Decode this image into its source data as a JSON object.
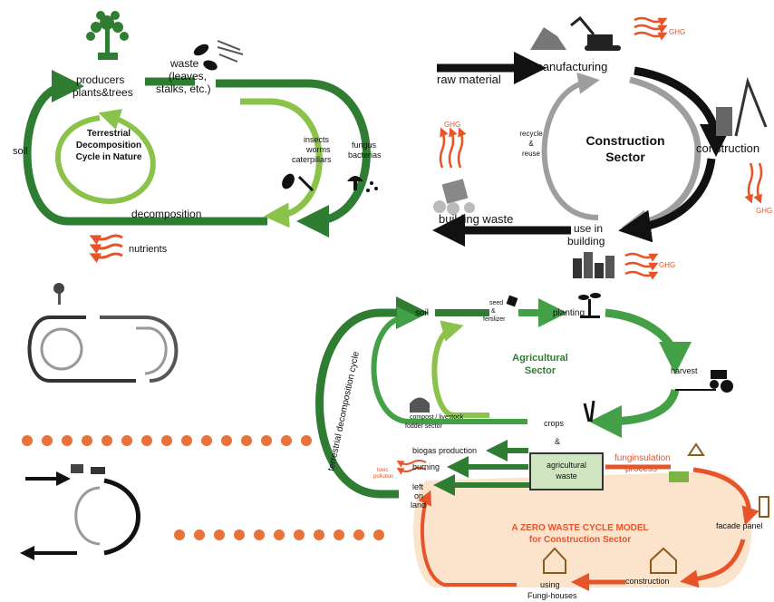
{
  "colors": {
    "dark_green": "#2e7d32",
    "mid_green": "#43a047",
    "light_green": "#8bc34a",
    "black": "#111111",
    "gray": "#9e9e9e",
    "orange": "#e8542a",
    "peach": "#fbe3cc"
  },
  "terrestrial": {
    "producers": "producers",
    "plants_trees": "plants&trees",
    "waste": "waste",
    "waste_detail_1": "(leaves,",
    "waste_detail_2": "stalks, etc.)",
    "soil": "soil",
    "center_1": "Terrestrial",
    "center_2": "Decomposition",
    "center_3": "Cycle in Nature",
    "insects_1": "insects",
    "insects_2": "worms",
    "insects_3": "caterpillars",
    "fungus_1": "fungus",
    "fungus_2": "bacterias",
    "decomposition": "decomposition",
    "nutrients": "nutrients"
  },
  "construction": {
    "ghg": "GHG",
    "raw_material": "raw material",
    "manufacturing": "manufacturing",
    "recycle_1": "recycle",
    "recycle_2": "&",
    "recycle_3": "reuse",
    "center_1": "Construction",
    "center_2": "Sector",
    "construction": "construction",
    "building_waste": "building waste",
    "use_in_1": "use in",
    "use_in_2": "building"
  },
  "agricultural": {
    "soil": "soil",
    "seed_1": "seed",
    "seed_2": "&",
    "seed_3": "fertilizer",
    "planting": "planting",
    "center_1": "Agricultural",
    "center_2": "Sector",
    "harvest": "harvest",
    "compost": "compost / livestock",
    "fodder": "fodder sector",
    "crops": "crops",
    "amp": "&",
    "biogas": "biogas production",
    "burning": "burning",
    "ag_waste_1": "agricultural",
    "ag_waste_2": "waste",
    "left_1": "left",
    "left_2": "on",
    "left_3": "land",
    "terrestrial_vertical": "terrestrial decomposition cycle",
    "toxic_1": "toxic",
    "toxic_2": "pollution"
  },
  "zero_waste": {
    "fung_1": "funginsulation",
    "fung_2": "process",
    "title_1": "A ZERO WASTE CYCLE MODEL",
    "title_2": "for Construction Sector",
    "facade": "facade panel",
    "construction": "construction",
    "using_1": "using",
    "using_2": "Fungi-houses"
  }
}
